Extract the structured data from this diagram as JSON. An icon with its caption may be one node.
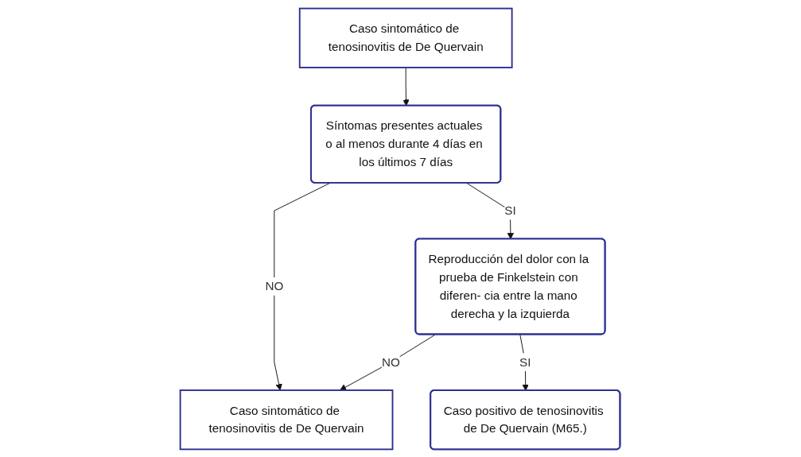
{
  "diagram": {
    "nodes": [
      {
        "text": [
          "Caso sintomático de tenosinovitis de De Quervain"
        ]
      },
      {
        "text": [
          "Síntomas presentes actuales o al menos durante 4 días en los últimos 7 días"
        ]
      },
      {
        "text": [
          "Caso sintomático de tenosinovitis de De Quervain"
        ]
      },
      {
        "text": [
          "Reproducción del dolor con la prueba de Finkelstein con diferen- cia entre la mano derecha y la izquierda"
        ]
      },
      {
        "text": [
          "Caso positivo de tenosinovitis de De Quervain (M65.)"
        ]
      }
    ],
    "edges": [
      {
        "from": 0,
        "to": 1,
        "arrow": "to"
      },
      {
        "from": 1,
        "to": 2,
        "arrow": "to",
        "label": "NO"
      },
      {
        "from": 1,
        "to": 3,
        "arrow": "to",
        "label": "SI"
      },
      {
        "from": 3,
        "to": 2,
        "arrow": "to",
        "label": "NO"
      },
      {
        "from": 3,
        "to": 4,
        "arrow": "to",
        "label": "SI"
      }
    ]
  }
}
